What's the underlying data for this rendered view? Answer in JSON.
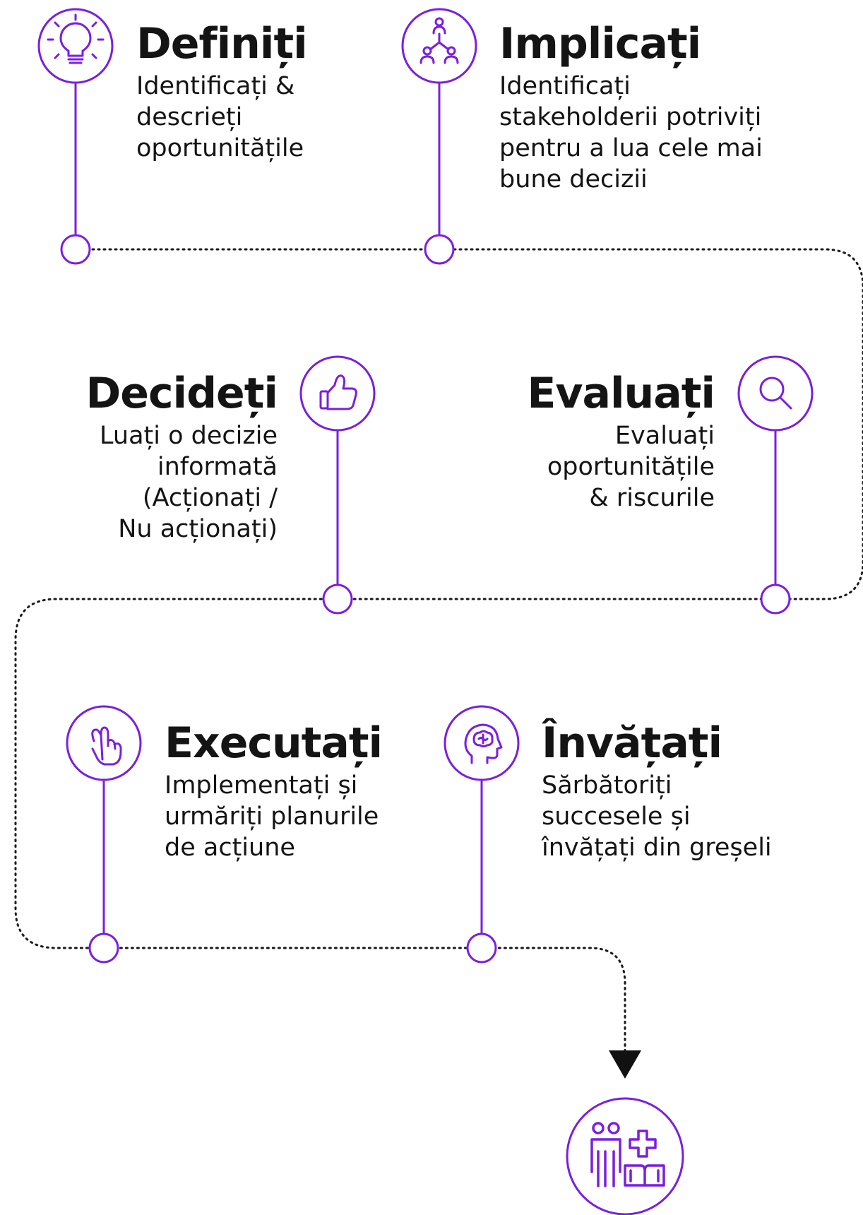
{
  "accent_color": "#7a1fe0",
  "path_color": "#1a1a1a",
  "steps": [
    {
      "title": "Definiți",
      "desc_lines": [
        "Identificați &",
        "descrieți",
        "oportunitățile"
      ],
      "icon": "lightbulb-icon"
    },
    {
      "title": "Implicați",
      "desc_lines": [
        "Identificați",
        "stakeholderii potriviți",
        "pentru a lua cele mai",
        "bune decizii"
      ],
      "icon": "people-network-icon"
    },
    {
      "title": "Decideți",
      "desc_lines": [
        "Luați o decizie",
        "informată",
        "(Acționați /",
        "Nu acționați)"
      ],
      "icon": "thumbs-up-icon"
    },
    {
      "title": "Evaluați",
      "desc_lines": [
        "Evaluați",
        "oportunitățile",
        "& riscurile"
      ],
      "icon": "magnifier-icon"
    },
    {
      "title": "Executați",
      "desc_lines": [
        "Implementați și",
        "urmăriți planurile",
        "de acțiune"
      ],
      "icon": "pointing-hand-icon"
    },
    {
      "title": "Învățați",
      "desc_lines": [
        "Sărbătoriți",
        "succesele și",
        "învățați din greșeli"
      ],
      "icon": "head-brain-icon"
    }
  ],
  "final_icon": "people-health-education-icon"
}
